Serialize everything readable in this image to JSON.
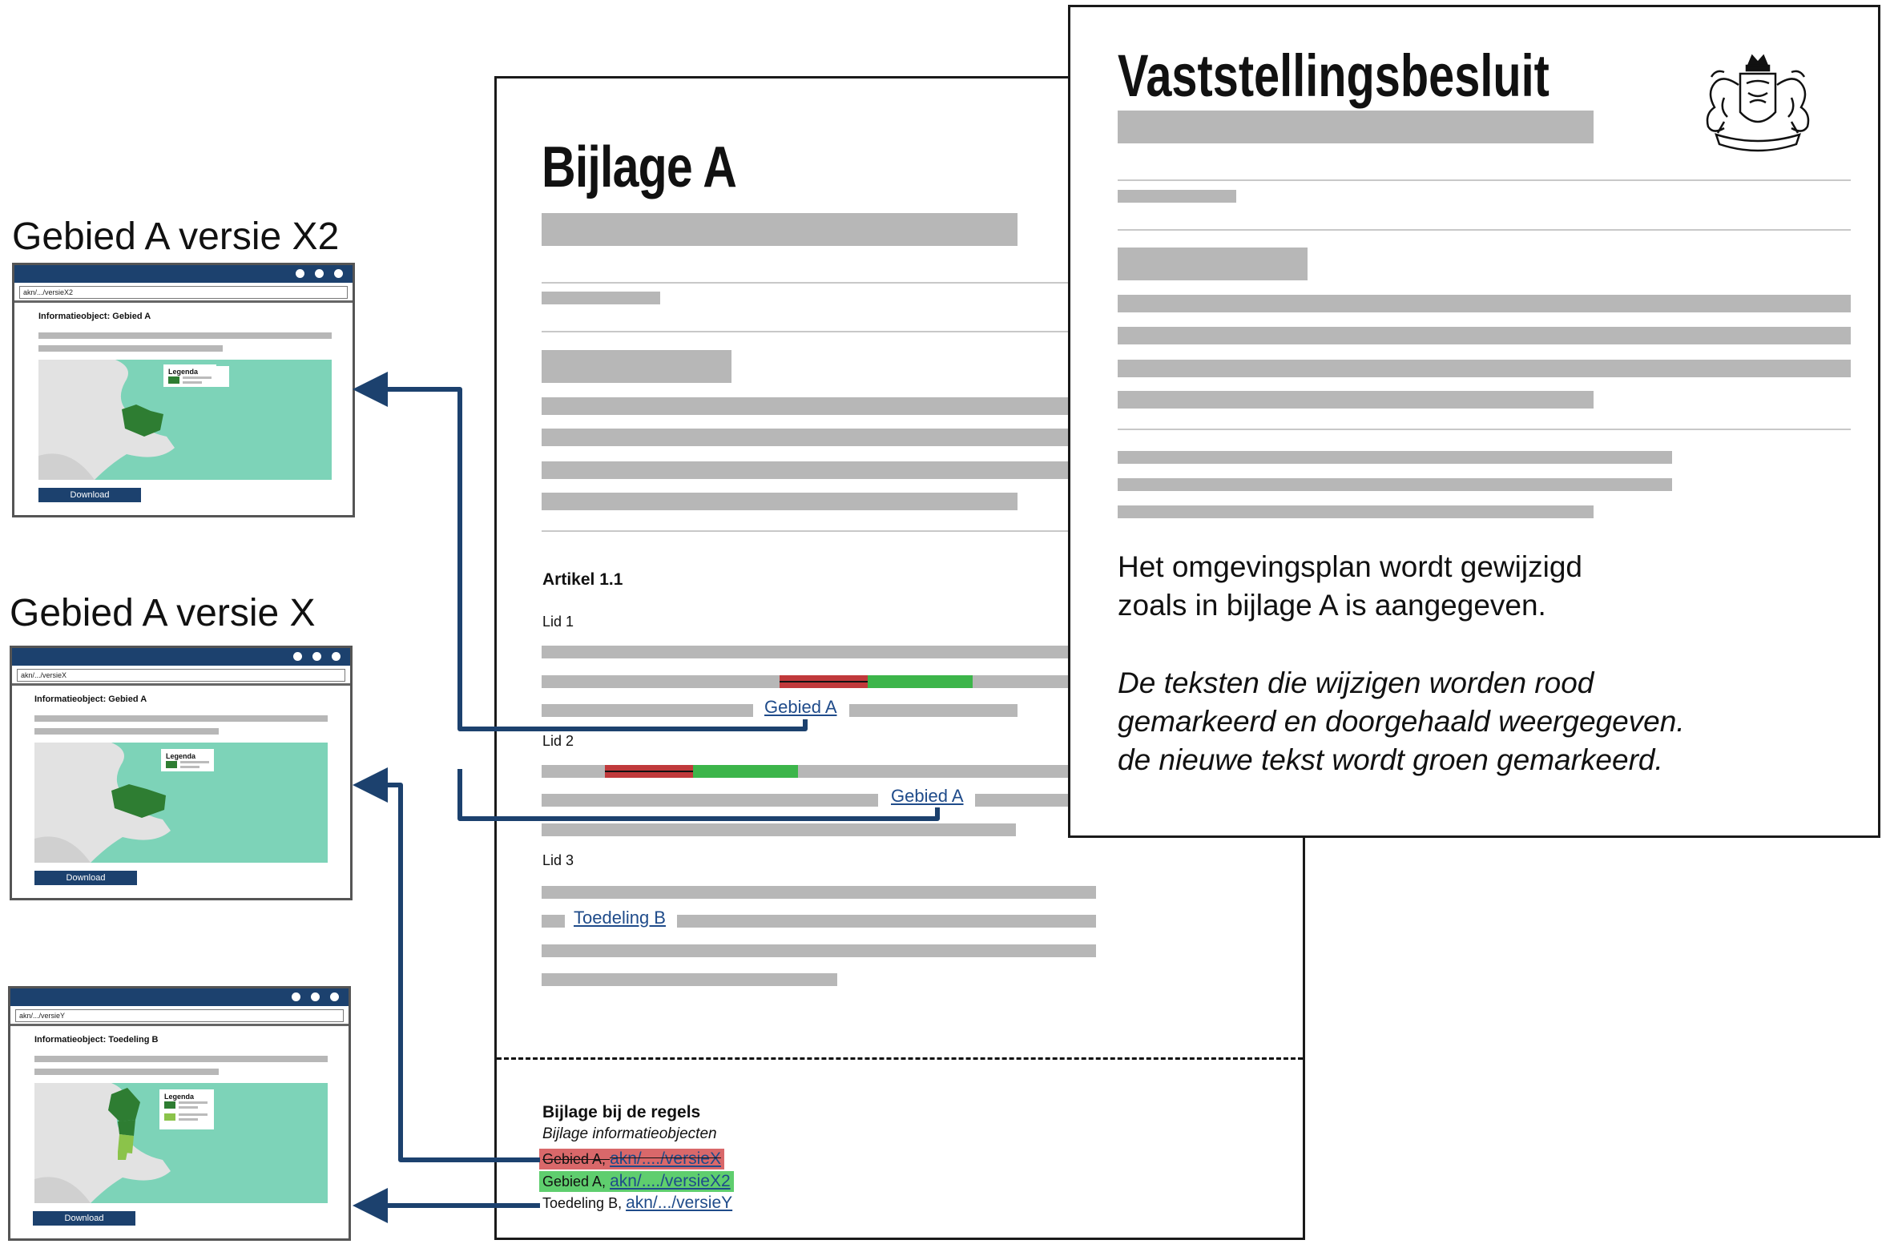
{
  "bijlage": {
    "title": "Bijlage A",
    "artikel": "Artikel 1.1",
    "lid1": "Lid 1",
    "lid2": "Lid 2",
    "lid3": "Lid 3",
    "link_gebied_1": "Gebied A",
    "link_gebied_2": "Gebied A",
    "link_toedeling": "Toedeling B",
    "appendix_heading": "Bijlage bij de regels",
    "appendix_subheading": "Bijlage informatieobjecten",
    "ref_old_prefix": "Gebied A, ",
    "ref_old_link": "akn/..../versieX",
    "ref_new_prefix": "Gebied A, ",
    "ref_new_link": "akn/..../versieX2",
    "ref_toedeling_prefix": "Toedeling B, ",
    "ref_toedeling_link": "akn/.../versieY"
  },
  "besluit": {
    "title": "Vaststellingsbesluit",
    "body_line1": "Het omgevingsplan wordt gewijzigd",
    "body_line2": "zoals in bijlage A is aangegeven.",
    "italic_line1": "De teksten die wijzigen worden rood",
    "italic_line2": "gemarkeerd en doorgehaald weergegeven.",
    "italic_line3": "de nieuwe tekst wordt groen gemarkeerd."
  },
  "windows": [
    {
      "label": "Gebied A versie X2",
      "url": "akn/.../versieX2",
      "io_title": "Informatieobject: Gebied A",
      "legend": "Legenda",
      "download": "Download"
    },
    {
      "label": "Gebied A versie X",
      "url": "akn/.../versieX",
      "io_title": "Informatieobject: Gebied A",
      "legend": "Legenda",
      "download": "Download"
    },
    {
      "url": "akn/.../versieY",
      "io_title": "Informatieobject: Toedeling B",
      "legend": "Legenda",
      "download": "Download"
    }
  ],
  "colors": {
    "accent_blue": "#1c416e",
    "link_blue": "#1f4b8a",
    "removed_red": "#c0393b",
    "added_green": "#3cb54a",
    "map_sea": "#7dd3b8",
    "map_land": "#e2e2e2",
    "area_green": "#2e7d32",
    "area_lightgreen": "#8bc34a",
    "placeholder_gray": "#b7b7b7"
  }
}
